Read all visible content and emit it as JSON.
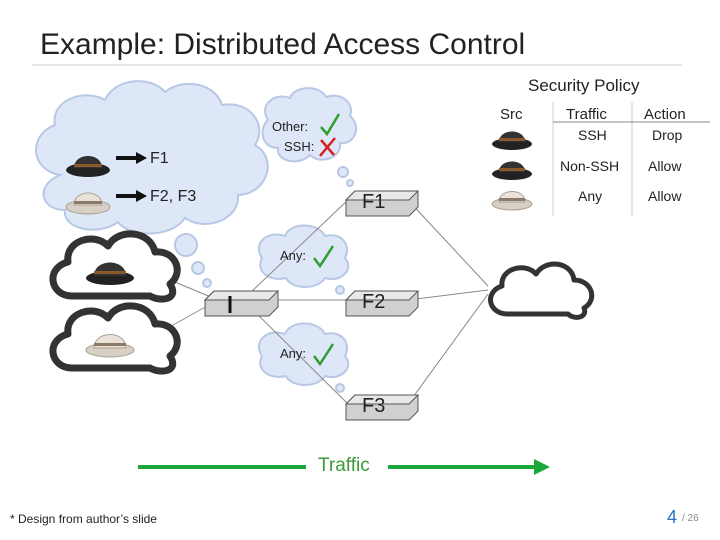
{
  "title": "Example: Distributed Access Control",
  "policy": {
    "title": "Security Policy",
    "headers": [
      "Src",
      "Traffic",
      "Action"
    ],
    "rows": [
      {
        "src_icon": "black-hat-icon",
        "traffic": "SSH",
        "action": "Drop"
      },
      {
        "src_icon": "black-hat-icon",
        "traffic": "Non-SSH",
        "action": "Allow"
      },
      {
        "src_icon": "white-hat-icon",
        "traffic": "Any",
        "action": "Allow"
      }
    ]
  },
  "thought": {
    "f1_label": "F1",
    "f23_label": "F2, F3"
  },
  "switch_checks": {
    "f1_other": "Other:",
    "f1_ssh": "SSH:",
    "f2_any": "Any:",
    "f3_any": "Any:"
  },
  "switches": {
    "f1": "F1",
    "f2": "F2",
    "f3": "F3"
  },
  "traffic_label": "Traffic",
  "footnote": "* Design from author’s slide",
  "page": {
    "current": "4",
    "total": "/ 26"
  },
  "colors": {
    "check": "#2e9e2e",
    "cross": "#d62020",
    "arrow": "#1aa83a",
    "page": "#2a6fc9"
  }
}
